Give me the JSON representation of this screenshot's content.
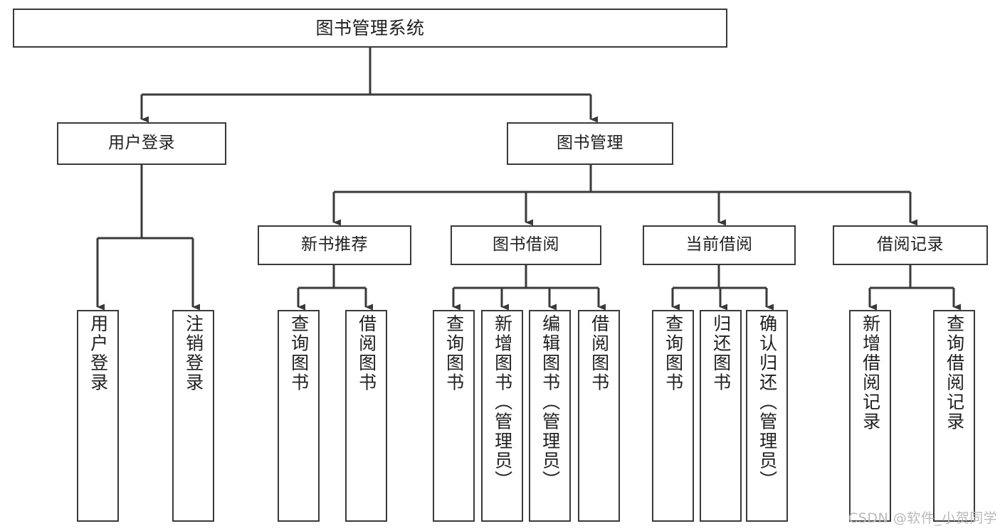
{
  "diagram": {
    "title": "图书管理系统",
    "type": "tree-hierarchy-chart",
    "orientation": "top-down",
    "colors": {
      "box_border": "#3a3a3a",
      "box_fill": "#ffffff",
      "edge": "#3a3a3a",
      "text": "#1f1f1f",
      "watermark": "#b9b9b9",
      "background": "#ffffff"
    },
    "root": {
      "id": "root",
      "label": "图书管理系统"
    },
    "level2": [
      {
        "id": "user-login",
        "label": "用户登录"
      },
      {
        "id": "book-manage",
        "label": "图书管理"
      }
    ],
    "level3": [
      {
        "id": "new-book-recommend",
        "label": "新书推荐",
        "parent": "book-manage"
      },
      {
        "id": "book-borrow",
        "label": "图书借阅",
        "parent": "book-manage"
      },
      {
        "id": "current-borrow",
        "label": "当前借阅",
        "parent": "book-manage"
      },
      {
        "id": "borrow-record",
        "label": "借阅记录",
        "parent": "book-manage"
      }
    ],
    "leaves": {
      "user_login": [
        {
          "id": "leaf-user-login",
          "label": "用户登录"
        },
        {
          "id": "leaf-logout",
          "label": "注销登录"
        }
      ],
      "new_book_recommend": [
        {
          "id": "leaf-query-book-1",
          "label": "查询图书"
        },
        {
          "id": "leaf-borrow-book-1",
          "label": "借阅图书"
        }
      ],
      "book_borrow": [
        {
          "id": "leaf-query-book-2",
          "label": "查询图书"
        },
        {
          "id": "leaf-add-book",
          "label": "新增图书（管理员）"
        },
        {
          "id": "leaf-edit-book",
          "label": "编辑图书（管理员）"
        },
        {
          "id": "leaf-borrow-book-2",
          "label": "借阅图书"
        }
      ],
      "current_borrow": [
        {
          "id": "leaf-query-book-3",
          "label": "查询图书"
        },
        {
          "id": "leaf-return-book",
          "label": "归还图书"
        },
        {
          "id": "leaf-confirm-return",
          "label": "确认归还（管理员）"
        }
      ],
      "borrow_record": [
        {
          "id": "leaf-add-record",
          "label": "新增借阅记录"
        },
        {
          "id": "leaf-query-record",
          "label": "查询借阅记录"
        }
      ]
    },
    "watermark": "CSDN @软件_小贺同学"
  }
}
